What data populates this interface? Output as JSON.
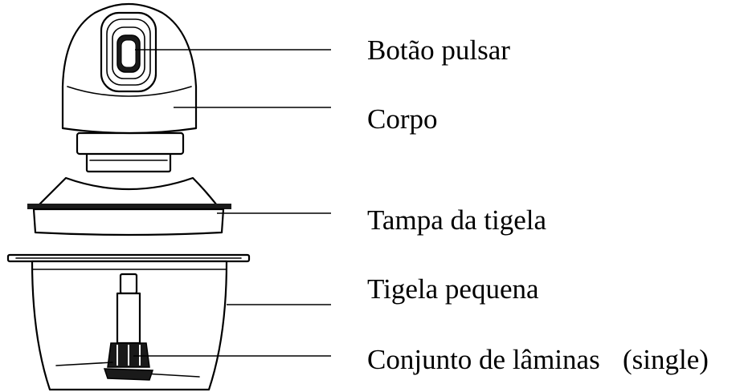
{
  "labels": {
    "pulse_button": "Botão pulsar",
    "body": "Corpo",
    "bowl_lid": "Tampa da tigela",
    "small_bowl": "Tigela pequena",
    "blade_assembly": "Conjunto de lâminas",
    "blade_assembly_note": "(single)"
  }
}
